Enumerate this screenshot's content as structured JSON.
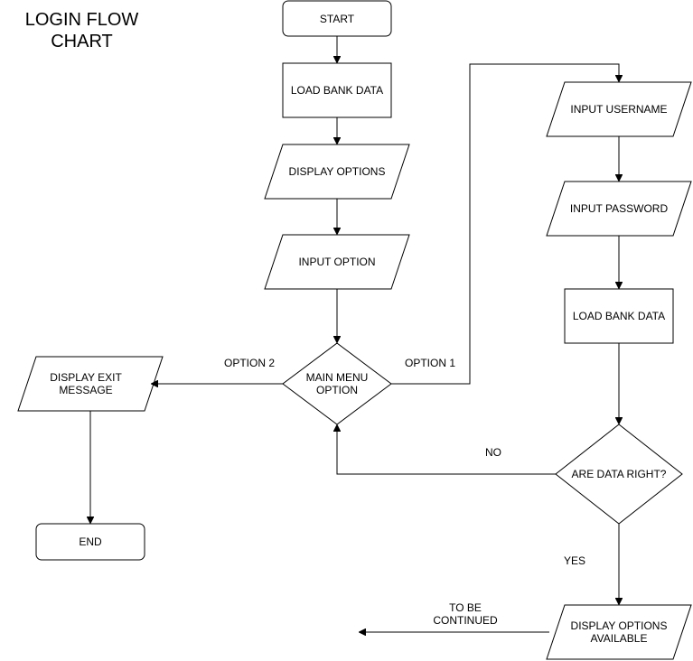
{
  "title": "LOGIN FLOW CHART",
  "nodes": {
    "start": "START",
    "load_bank_data_1": "LOAD BANK DATA",
    "display_options": "DISPLAY OPTIONS",
    "input_option": "INPUT OPTION",
    "main_menu_option": "MAIN MENU OPTION",
    "display_exit_message": "DISPLAY EXIT MESSAGE",
    "end": "END",
    "input_username": "INPUT USERNAME",
    "input_password": "INPUT PASSWORD",
    "load_bank_data_2": "LOAD BANK DATA",
    "are_data_right": "ARE DATA RIGHT?",
    "display_options_available": "DISPLAY OPTIONS AVAILABLE"
  },
  "edge_labels": {
    "option_1": "OPTION 1",
    "option_2": "OPTION 2",
    "no": "NO",
    "yes": "YES",
    "to_be_continued": "TO BE CONTINUED"
  }
}
